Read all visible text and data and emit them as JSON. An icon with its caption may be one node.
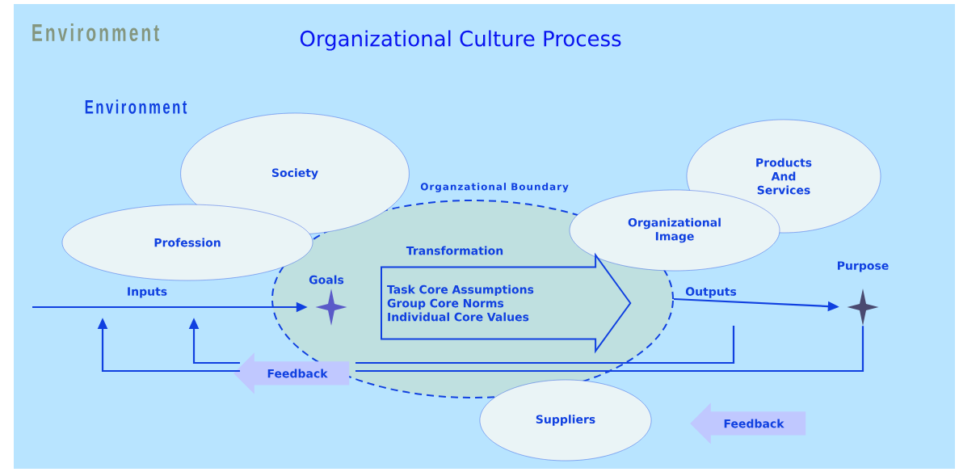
{
  "diagram": {
    "title": "Organizational Culture Process",
    "nodes": [
      {
        "text": [
          "Society"
        ]
      },
      {
        "text": [
          "Profession"
        ]
      },
      {
        "text": [
          "Products And Services"
        ]
      },
      {
        "text": [
          "Organizational Image"
        ]
      },
      {
        "text": [
          "Organzational Boundary"
        ]
      },
      {
        "text": [],
        "shape": "star",
        "in": 4,
        "beside": [
          "Goals"
        ]
      },
      {
        "text": [
          "Transformation",
          "Task Core Assumptions",
          "Group Core Norms",
          "Individual Core Values"
        ],
        "in": 4
      },
      {
        "text": [],
        "shape": "star",
        "beside": [
          "Purpose"
        ]
      },
      {
        "text": [
          "Feedback"
        ]
      },
      {
        "text": [
          "Suppliers"
        ]
      },
      {
        "text": [
          "Feedback"
        ]
      }
    ],
    "edges": [
      {
        "from": null,
        "to": 5,
        "arrow": "to",
        "label": "Inputs"
      },
      {
        "from": 4,
        "to": 7,
        "arrow": "to",
        "label": "Outputs"
      },
      {
        "from": 7,
        "to": null,
        "arrow": "to"
      }
    ],
    "labels": [
      "Environment",
      "Environment"
    ]
  }
}
